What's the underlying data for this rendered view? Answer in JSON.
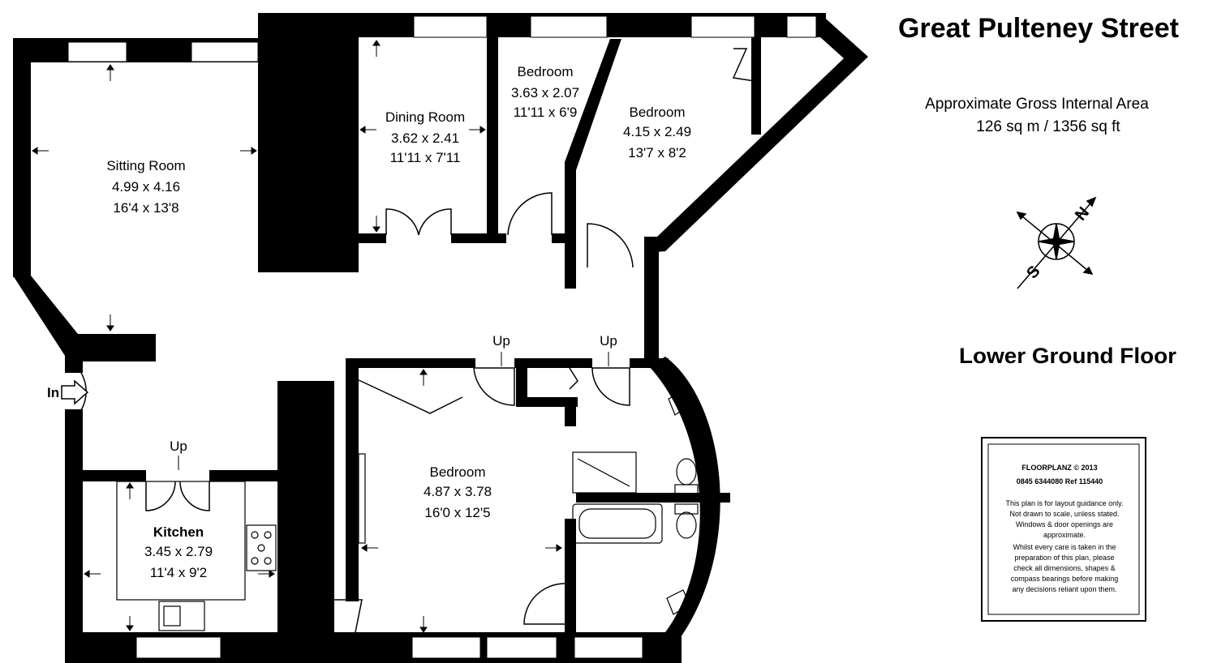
{
  "header": {
    "title": "Great Pulteney Street",
    "area_label": "Approximate Gross Internal Area",
    "area_value": "126 sq m / 1356 sq ft",
    "floor_label": "Lower Ground Floor"
  },
  "compass": {
    "north_letter": "N",
    "south_letter": "S"
  },
  "entrance_label": "In",
  "rooms": {
    "sitting": {
      "name": "Sitting Room",
      "metric": "4.99 x 4.16",
      "imperial": "16'4 x 13'8"
    },
    "dining": {
      "name": "Dining Room",
      "metric": "3.62 x 2.41",
      "imperial": "11'11 x 7'11"
    },
    "bedroom_small": {
      "name": "Bedroom",
      "metric": "3.63 x 2.07",
      "imperial": "11'11 x 6'9"
    },
    "bedroom_right": {
      "name": "Bedroom",
      "metric": "4.15 x 2.49",
      "imperial": "13'7 x 8'2"
    },
    "bedroom_main": {
      "name": "Bedroom",
      "metric": "4.87 x 3.78",
      "imperial": "16'0 x 12'5"
    },
    "kitchen": {
      "name": "Kitchen",
      "metric": "3.45 x 2.79",
      "imperial": "11'4 x 9'2"
    }
  },
  "stairs": {
    "up_1": "Up",
    "up_2": "Up",
    "up_3": "Up"
  },
  "disclaimer": {
    "company": "FLOORPLANZ © 2013",
    "contact": "0845 6344080   Ref  115440",
    "lines": [
      "This plan is for layout guidance only.",
      "Not drawn to scale, unless stated.",
      "Windows & door openings are",
      "approximate.",
      "Whilst every care is taken in the",
      "preparation of this plan, please",
      "check all dimensions, shapes &",
      "compass bearings before making",
      "any decisions reliant upon them."
    ]
  }
}
